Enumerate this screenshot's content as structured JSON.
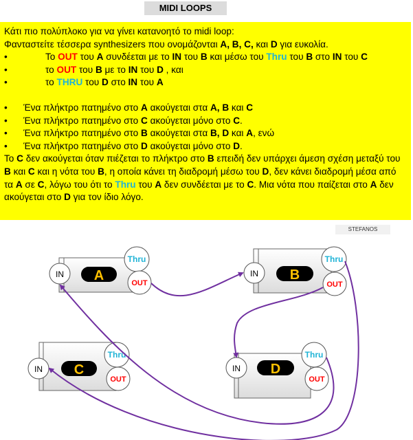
{
  "title": "MIDI LOOPS",
  "watermark": "STEFANOS",
  "text": {
    "intro1": "Κάτι πιο πολύπλοκο για να γίνει κατανοητό το midi loop:",
    "intro2_a": "Φανταστείτε τέσσερα synthesizers  που ονομάζονται ",
    "intro2_b": "A, B, C,",
    "intro2_c": " και ",
    "intro2_d": "D",
    "intro2_e": " για ευκολία.",
    "b1": [
      "Το ",
      "OUT",
      " του ",
      "A",
      " συνδέεται με το ",
      "IN",
      " του ",
      "B",
      " και μέσω του ",
      "Thru",
      " του ",
      "B",
      " στο ",
      "IN",
      " του ",
      "C"
    ],
    "b2": [
      "το ",
      "OUT",
      " του ",
      "B",
      " με το ",
      "IN",
      " του ",
      "D",
      " , και"
    ],
    "b3": [
      "το ",
      "THRU",
      " του ",
      "D",
      " στο ",
      "IN",
      " του ",
      "A"
    ],
    "c1": [
      "Ένα πλήκτρο πατημένο στο ",
      "A",
      " ακούγεται στα ",
      "A, B",
      " και ",
      "C"
    ],
    "c2": [
      "Ένα πλήκτρο πατημένο στο ",
      "C",
      " ακούγεται μόνο στο ",
      "C",
      "."
    ],
    "c3": [
      "Ένα πλήκτρο πατημένο στο ",
      "B",
      " ακούγεται στα ",
      "B, D",
      " και ",
      "A",
      ", ενώ"
    ],
    "c4": [
      "Ένα πλήκτρο πατημένο στο ",
      "D",
      " ακούγεται μόνο στο ",
      "D",
      "."
    ],
    "para": [
      "Το ",
      "C",
      " δεν ακούγεται όταν πιέζεται το πλήκτρο στο ",
      "B",
      " επειδή δεν υπάρχει άμεση σχέση μεταξύ του ",
      "B",
      " και ",
      "C",
      " και η νότα του ",
      "B",
      ", η οποία κάνει τη διαδρομή μέσω του ",
      "D",
      ", δεν κάνει διαδρομή μέσα από τα ",
      "A",
      " σε ",
      "C",
      ", λόγω του ότι το ",
      "Thru",
      " του ",
      "A",
      " δεν συνδέεται με το ",
      "C",
      ". Μια νότα που παίζεται στο ",
      "A",
      " δεν ακούγεται στο ",
      "D",
      " για τον ίδιο λόγο."
    ]
  },
  "synths": [
    {
      "id": "A",
      "name": "A",
      "in": "IN",
      "thru": "Thru",
      "out": "OUT"
    },
    {
      "id": "B",
      "name": "B",
      "in": "IN",
      "thru": "Thru",
      "out": "OUT"
    },
    {
      "id": "C",
      "name": "C",
      "in": "IN",
      "thru": "Thru",
      "out": "OUT"
    },
    {
      "id": "D",
      "name": "D",
      "in": "IN",
      "thru": "Thru",
      "out": "OUT"
    }
  ],
  "colors": {
    "panel": "#ffff00",
    "out": "#ff0000",
    "thru": "#1fb3d6",
    "cable": "#7030a0",
    "label_text": "#ffc000"
  }
}
